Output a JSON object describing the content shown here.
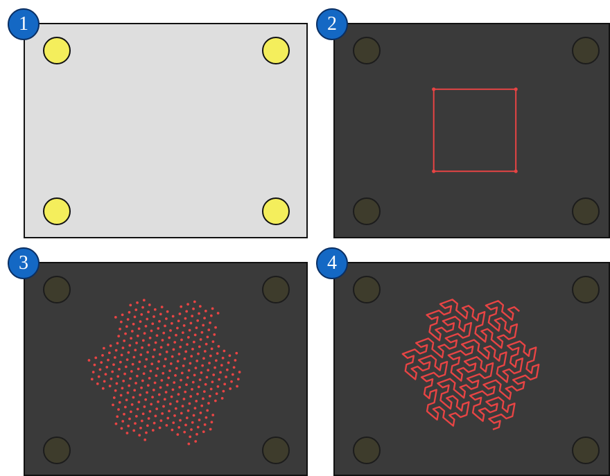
{
  "panels": [
    {
      "step": "1",
      "theme": "light"
    },
    {
      "step": "2",
      "theme": "dark"
    },
    {
      "step": "3",
      "theme": "dark"
    },
    {
      "step": "4",
      "theme": "dark"
    }
  ],
  "colors": {
    "light_panel": "#dedede",
    "dark_panel": "#3a3a3a",
    "marker_active": "#f4ee5c",
    "marker_inactive": "#3e3c2c",
    "path_red": "#e84444",
    "badge_blue": "#1468c4"
  },
  "icons": {
    "badge": "number-badge-circle",
    "marker": "registration-circle",
    "bounding_box": "square-outline",
    "dotted_path": "dotted-curve",
    "solid_path": "solid-curve"
  }
}
